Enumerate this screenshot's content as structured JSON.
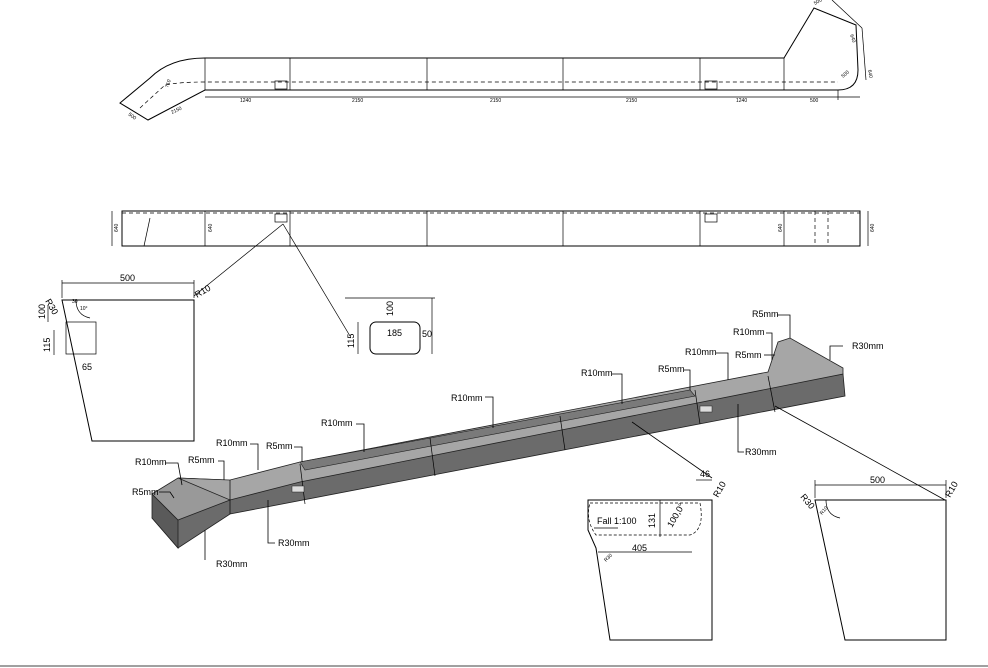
{
  "plan": {
    "segments": [
      "1240",
      "2150",
      "2150",
      "2150",
      "1240",
      "500"
    ],
    "dims": {
      "a": "710",
      "b": "2150",
      "c": "500",
      "d": "640",
      "e": "500",
      "f": "640",
      "g": "500"
    }
  },
  "elevation": {
    "h1": "640",
    "h2": "640",
    "h3": "640",
    "h4": "640"
  },
  "section_left": {
    "top": "500",
    "r_top": "R10",
    "r_corner": "R30",
    "r_small": "30",
    "r_angle": "10°",
    "d100": "100",
    "d115": "115",
    "d65": "65"
  },
  "slot_detail": {
    "w": "185",
    "h_top": "100",
    "h_left": "115",
    "h_right": "50"
  },
  "iso_labels": {
    "r10_a": "R10mm",
    "r5_a": "R5mm",
    "r5_b": "R5mm",
    "r10_b": "R10mm",
    "r5_c": "R5mm",
    "r10_c": "R10mm",
    "r10_d": "R10mm",
    "r10_e": "R10mm",
    "r5_d": "R5mm",
    "r10_f": "R10mm",
    "r5_e": "R5mm",
    "r10_g": "R10mm",
    "r5_f": "R5mm",
    "r30_a": "R30mm",
    "r30_b": "R30mm",
    "r30_c": "R30mm",
    "r30_d": "R30mm"
  },
  "section_mid": {
    "top": "46",
    "r_top": "R10",
    "fall": "Fall 1:100",
    "d131": "131",
    "angle": "100,0°",
    "d405": "405",
    "r_small": "R30"
  },
  "section_right": {
    "top": "500",
    "r_top": "R10",
    "r_corner": "R30",
    "r_small": "R10"
  }
}
